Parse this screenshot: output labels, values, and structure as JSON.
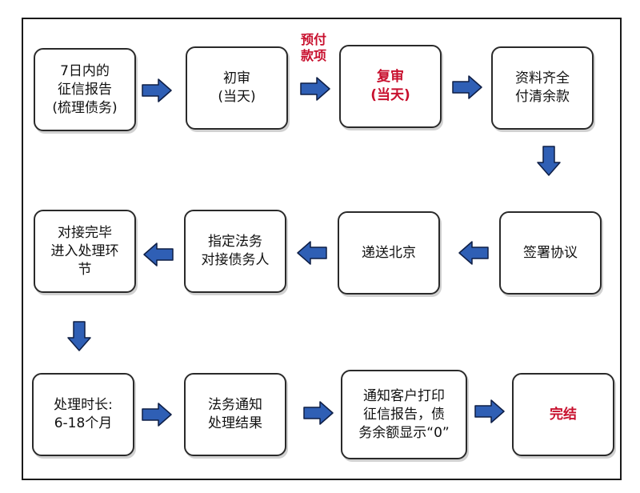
{
  "colors": {
    "accent_text": "#c8102e",
    "arrow_fill": "#2f5fb5",
    "arrow_stroke": "#0e1e45"
  },
  "nodes": {
    "n1": "7日内的\n征信报告\n(梳理债务)",
    "n2": "初审\n(当天)",
    "n3": "复审\n(当天)",
    "n4": "资料齐全\n付清余款",
    "n5": "签署协议",
    "n6": "递送北京",
    "n7": "指定法务\n对接债务人",
    "n8": "对接完毕\n进入处理环\n节",
    "n9": "处理时长:\n6-18个月",
    "n10": "法务通知\n处理结果",
    "n11": "通知客户打印\n征信报告，债\n务余额显示“0”",
    "n12": "完结"
  },
  "annotation": "预付\n款项"
}
